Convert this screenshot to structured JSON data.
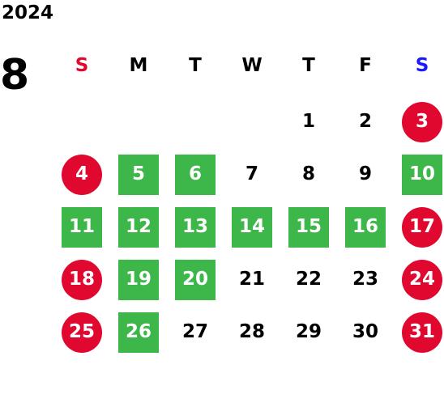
{
  "year": "2024",
  "month": "8",
  "colors": {
    "sunday_label": "#e1082f",
    "saturday_label": "#1a1aff",
    "weekday_label": "#000000",
    "holiday_circle": "#e1082f",
    "green_day": "#3db64a"
  },
  "weekdays": [
    {
      "label": "S",
      "color": "#e1082f"
    },
    {
      "label": "M",
      "color": "#000000"
    },
    {
      "label": "T",
      "color": "#000000"
    },
    {
      "label": "W",
      "color": "#000000"
    },
    {
      "label": "T",
      "color": "#000000"
    },
    {
      "label": "F",
      "color": "#000000"
    },
    {
      "label": "S",
      "color": "#1a1aff"
    }
  ],
  "weeks": [
    [
      {
        "day": "",
        "style": "empty"
      },
      {
        "day": "",
        "style": "empty"
      },
      {
        "day": "",
        "style": "empty"
      },
      {
        "day": "",
        "style": "empty"
      },
      {
        "day": "1",
        "style": "plain"
      },
      {
        "day": "2",
        "style": "plain"
      },
      {
        "day": "3",
        "style": "red"
      }
    ],
    [
      {
        "day": "4",
        "style": "red"
      },
      {
        "day": "5",
        "style": "green"
      },
      {
        "day": "6",
        "style": "green"
      },
      {
        "day": "7",
        "style": "plain"
      },
      {
        "day": "8",
        "style": "plain"
      },
      {
        "day": "9",
        "style": "plain"
      },
      {
        "day": "10",
        "style": "green"
      }
    ],
    [
      {
        "day": "11",
        "style": "green"
      },
      {
        "day": "12",
        "style": "green"
      },
      {
        "day": "13",
        "style": "green"
      },
      {
        "day": "14",
        "style": "green"
      },
      {
        "day": "15",
        "style": "green"
      },
      {
        "day": "16",
        "style": "green"
      },
      {
        "day": "17",
        "style": "red"
      }
    ],
    [
      {
        "day": "18",
        "style": "red"
      },
      {
        "day": "19",
        "style": "green"
      },
      {
        "day": "20",
        "style": "green"
      },
      {
        "day": "21",
        "style": "plain"
      },
      {
        "day": "22",
        "style": "plain"
      },
      {
        "day": "23",
        "style": "plain"
      },
      {
        "day": "24",
        "style": "red"
      }
    ],
    [
      {
        "day": "25",
        "style": "red"
      },
      {
        "day": "26",
        "style": "green"
      },
      {
        "day": "27",
        "style": "plain"
      },
      {
        "day": "28",
        "style": "plain"
      },
      {
        "day": "29",
        "style": "plain"
      },
      {
        "day": "30",
        "style": "plain"
      },
      {
        "day": "31",
        "style": "red"
      }
    ]
  ]
}
